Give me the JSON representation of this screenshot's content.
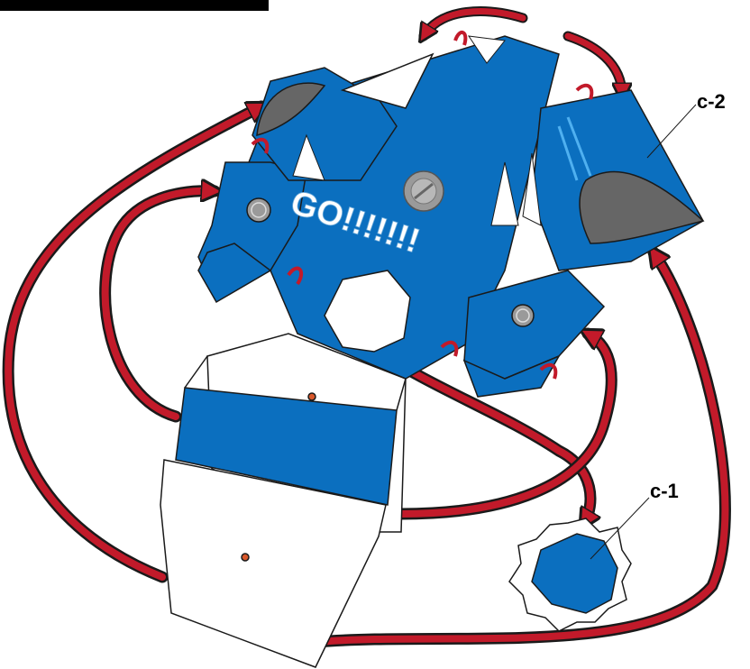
{
  "header_bar_color": "#000000",
  "labels": {
    "c1": "c-1",
    "c2": "c-2",
    "go": "GO!!!!!!!"
  },
  "colors": {
    "blue": "#0b6fbf",
    "light_blue": "#4fb0f0",
    "arrow_red": "#c21a2a",
    "arrow_outline": "#1a1a1a",
    "dark_grey": "#666666",
    "emblem_grey": "#9a9a9a",
    "white": "#ffffff",
    "dot_orange": "#d9582b"
  },
  "icons": [
    "yamaha-tuning-fork-emblem",
    "screw-head-emblem",
    "fold-arrow"
  ]
}
